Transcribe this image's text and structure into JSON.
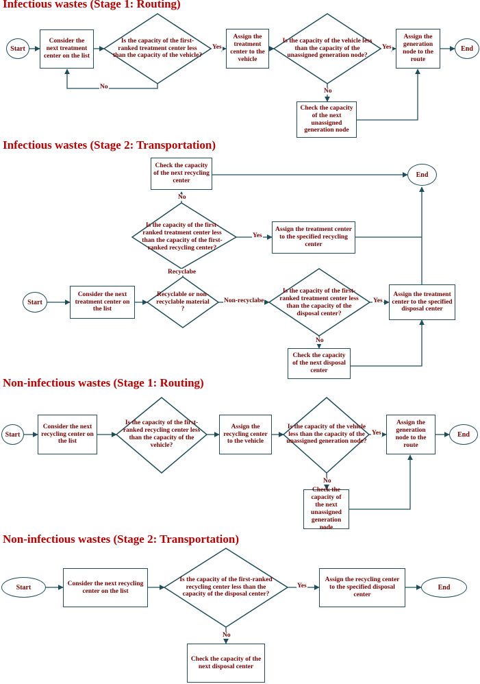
{
  "sections": [
    {
      "title": "Infectious wastes (Stage 1: Routing)",
      "start": "Start",
      "end": "End",
      "step1": "Consider the next treatment center on the list",
      "decision1": "Is the capacity of the first-ranked treatment center less than the capacity of the vehicle?",
      "step2": "Assign the treatment center to the vehicle",
      "decision2": "Is the capacity of the vehicle less than the capacity of the unassigned generation node?",
      "step3": "Assign the generation node to the route",
      "check": "Check the capacity of the next unassigned generation node",
      "yes1": "Yes",
      "yes2": "Yes",
      "no1": "No",
      "no2": "No"
    },
    {
      "title": "Infectious wastes (Stage 2: Transportation)",
      "start": "Start",
      "end": "End",
      "step1": "Consider the next treatment center on the list",
      "decision_material": "Recyclable or non-recyclable material ?",
      "decision_recycle": "Is the capacity of the first-ranked treatment center less than the capacity of the first-ranked recycling center?",
      "check_recycle": "Check the capacity of the next recycling center",
      "assign_recycle": "Assign the treatment center to the specified recycling center",
      "decision_disposal": "Is the capacity of the first-ranked treatment center less than the capacity of the disposal center?",
      "assign_disposal": "Assign the treatment center to the specified disposal center",
      "check_disposal": "Check the capacity of the next disposal center",
      "recyclable": "Recyclabe",
      "nonrecyclable": "Non-recyclabe",
      "yes1": "Yes",
      "yes2": "Yes",
      "no1": "No",
      "no2": "No"
    },
    {
      "title": "Non-infectious wastes (Stage 1: Routing)",
      "start": "Start",
      "end": "End",
      "step1": "Consider the next recycling center on the list",
      "decision1": "Is the capacity of the first-ranked recycling center less than the capacity of the vehicle?",
      "step2": "Assign the recycling center to the vehicle",
      "decision2": "Is the capacity of the vehicle less than the capacity of the unassigned generation node?",
      "step3": "Assign the generation node to the route",
      "check": "Check the capacity of the next unassigned generation node",
      "yes": "Yes",
      "no": "No"
    },
    {
      "title": "Non-infectious wastes (Stage 2: Transportation)",
      "start": "Start",
      "end": "End",
      "step1": "Consider the next recycling center on the list",
      "decision": "Is the capacity of the first-ranked recycling center less than the capacity of the disposal center?",
      "assign": "Assign the recycling center to the specified disposal center",
      "check": "Check the capacity of the next disposal center",
      "yes": "Yes",
      "no": "No"
    }
  ]
}
